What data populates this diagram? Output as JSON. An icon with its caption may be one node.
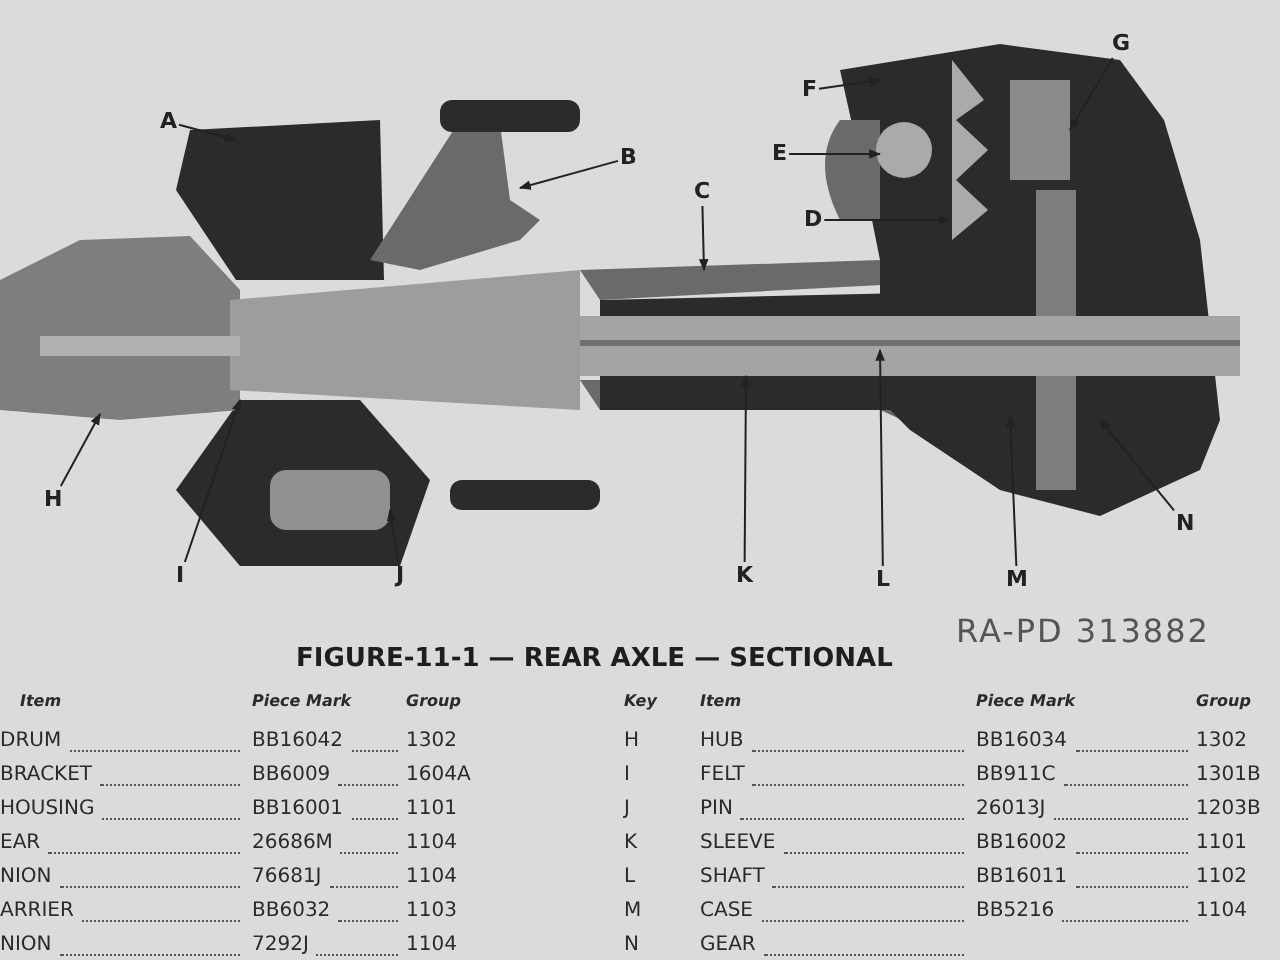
{
  "diagram": {
    "title": "FIGURE-11-1 — REAR AXLE — SECTIONAL",
    "nodes": [
      {
        "text": [
          "A"
        ]
      },
      {
        "text": [
          "B"
        ]
      },
      {
        "text": [
          "C"
        ]
      },
      {
        "text": [
          "D"
        ]
      },
      {
        "text": [
          "E"
        ]
      },
      {
        "text": [
          "F"
        ]
      },
      {
        "text": [
          "G"
        ]
      },
      {
        "text": [
          "H"
        ]
      },
      {
        "text": [
          "I"
        ]
      },
      {
        "text": [
          "J"
        ]
      },
      {
        "text": [
          "K"
        ]
      },
      {
        "text": [
          "L"
        ]
      },
      {
        "text": [
          "M"
        ]
      },
      {
        "text": [
          "N"
        ]
      }
    ],
    "edges": [
      {
        "from": 0,
        "to": null,
        "arrow": "to"
      },
      {
        "from": 1,
        "to": null,
        "arrow": "to"
      },
      {
        "from": 2,
        "to": null,
        "arrow": "to"
      },
      {
        "from": 3,
        "to": null,
        "arrow": "to"
      },
      {
        "from": 4,
        "to": null,
        "arrow": "to"
      },
      {
        "from": 5,
        "to": null,
        "arrow": "to"
      },
      {
        "from": 6,
        "to": null,
        "arrow": "to"
      },
      {
        "from": 7,
        "to": null,
        "arrow": "to"
      },
      {
        "from": 8,
        "to": null,
        "arrow": "to"
      },
      {
        "from": 9,
        "to": null,
        "arrow": "to"
      },
      {
        "from": 10,
        "to": null,
        "arrow": "to"
      },
      {
        "from": 11,
        "to": null,
        "arrow": "to"
      },
      {
        "from": 12,
        "to": null,
        "arrow": "to"
      },
      {
        "from": 13,
        "to": null,
        "arrow": "to"
      }
    ],
    "labels": [
      "RA-PD 313882",
      "Item",
      "Piece Mark",
      "Group",
      "Key",
      "Item",
      "Piece Mark",
      "Group",
      "DRUM",
      "BB16042",
      "1302",
      "H",
      "HUB",
      "BB16034",
      "1302",
      "BRACKET",
      "BB6009",
      "1604A",
      "I",
      "FELT",
      "BB911C",
      "1301B",
      "HOUSING",
      "BB16001",
      "1101",
      "J",
      "PIN",
      "26013J",
      "1203B",
      "EAR",
      "26686M",
      "1104",
      "K",
      "SLEEVE",
      "BB16002",
      "1101",
      "NION",
      "76681J",
      "1104",
      "L",
      "SHAFT",
      "BB16011",
      "1102",
      "ARRIER",
      "BB6032",
      "1103",
      "M",
      "CASE",
      "BB5216",
      "1104",
      "NION",
      "7292J",
      "1104",
      "N",
      "GEAR"
    ]
  }
}
